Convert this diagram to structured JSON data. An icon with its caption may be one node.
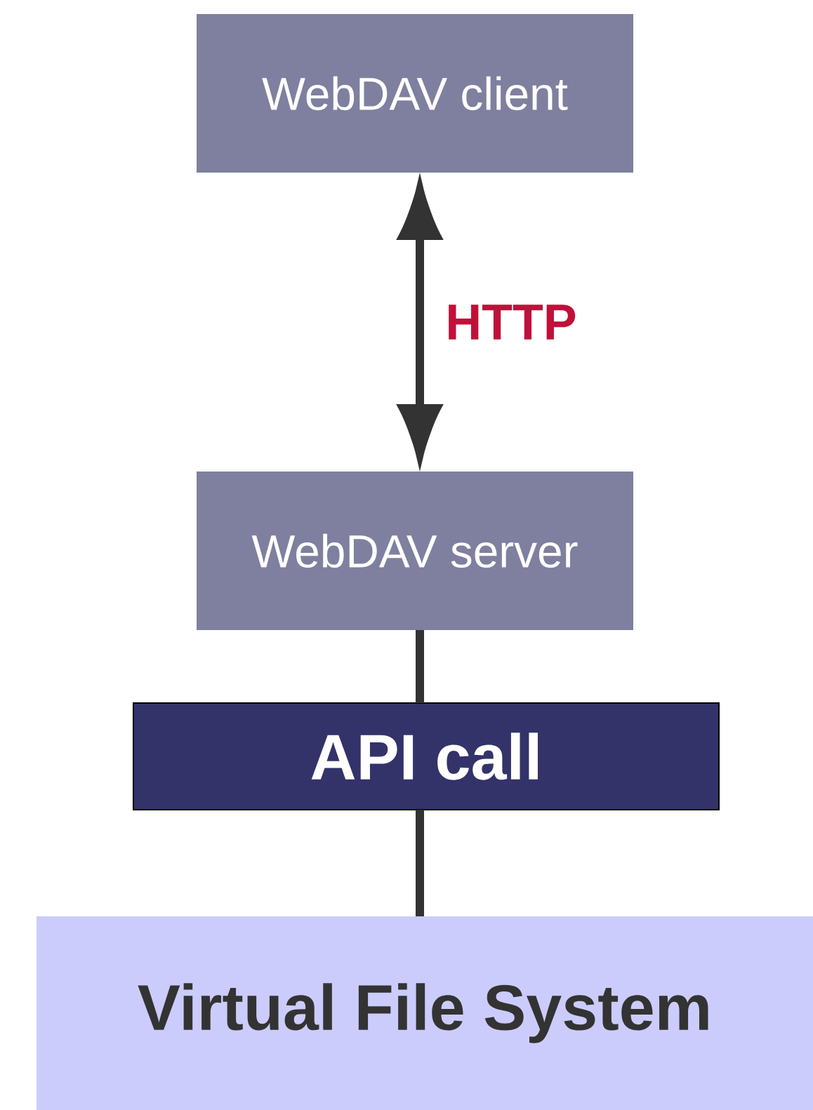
{
  "diagram": {
    "nodes": [
      {
        "text": [
          "WebDAV client"
        ]
      },
      {
        "text": [
          "WebDAV server"
        ]
      },
      {
        "text": [
          "API call"
        ]
      },
      {
        "text": [
          "Virtual File System"
        ]
      }
    ],
    "edges": [
      {
        "from": 0,
        "to": 1,
        "arrow": "both",
        "label": "HTTP"
      },
      {
        "from": 1,
        "to": 2,
        "arrow": "none"
      },
      {
        "from": 2,
        "to": 3,
        "arrow": "none"
      }
    ]
  }
}
